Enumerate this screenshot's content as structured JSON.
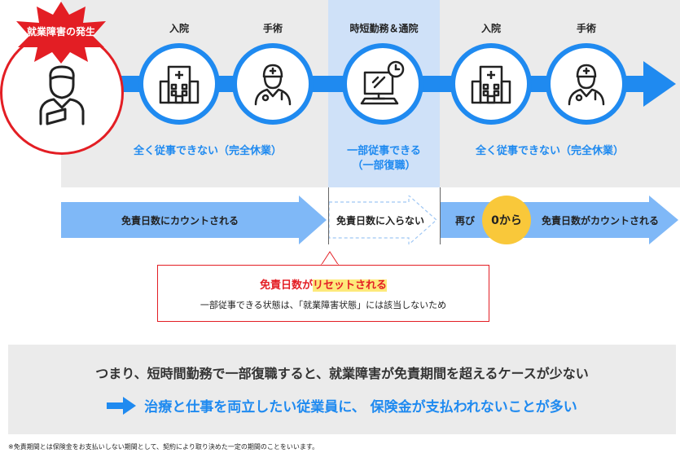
{
  "onset": {
    "label": "就業障害の発生"
  },
  "stages": [
    {
      "label": "入院",
      "icon": "hospital-icon"
    },
    {
      "label": "手術",
      "icon": "doctor-icon"
    },
    {
      "label": "時短勤務＆通院",
      "icon": "computer-clock-icon"
    },
    {
      "label": "入院",
      "icon": "hospital-icon"
    },
    {
      "label": "手術",
      "icon": "doctor-icon"
    }
  ],
  "status": {
    "left": "全く従事できない（完全休業）",
    "middle_line1": "一部従事できる",
    "middle_line2": "（一部復職）",
    "right": "全く従事できない（完全休業）"
  },
  "counting": {
    "first": "免責日数にカウントされる",
    "middle": "免責日数に入らない",
    "restart_prefix": "再び",
    "restart_badge": "0から",
    "restart_suffix": "免責日数がカウントされる"
  },
  "callout": {
    "title_prefix": "免責日数が",
    "title_highlight": "リセットされる",
    "subtitle": "一部従事できる状態は、「就業障害状態」には該当しないため"
  },
  "summary": {
    "line1": "つまり、短時間勤務で一部復職すると、就業障害が免責期間を超えるケースが少ない",
    "line2": "治療と仕事を両立したい従業員に、 保険金が支払われないことが多い"
  },
  "footnote": "※免責期間とは保険金をお支払いしない期間として、契約により取り決めた一定の期間のことをいいます。",
  "colors": {
    "accent": "#1f8af0",
    "alert": "#e31e24",
    "badge": "#f9c83a",
    "highlight_col": "#cfe1f8"
  }
}
